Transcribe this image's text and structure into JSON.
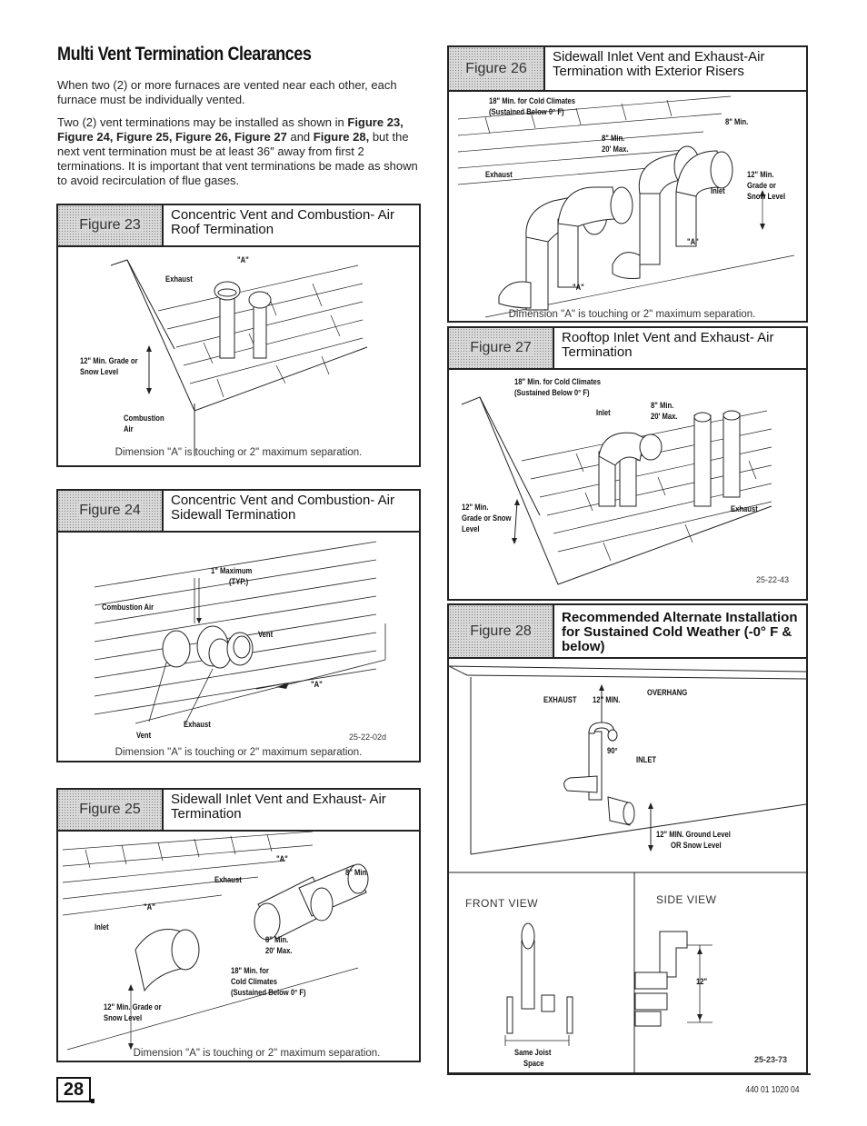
{
  "heading": "Multi Vent Termination Clearances",
  "paragraph1": "When two (2) or more furnaces are vented near each other, each furnace must be individually vented.",
  "paragraph2": {
    "t1": "Two (2) vent terminations may be installed as shown in ",
    "f23": "Figure 23,",
    "f24": "Figure 24, Figure 25, Figure 26, Figure 27",
    "t2": " and ",
    "f28": "Figure 28,",
    "t3": " but the next vent termination must be at least 36″ away from first 2 terminations. It is important that vent terminations be made as shown to avoid recirculation of flue gases."
  },
  "figures": {
    "f23": {
      "label": "Figure 23",
      "title": "Concentric Vent and Combustion- Air Roof Termination",
      "labels": {
        "a": "\"A\"",
        "exhaust": "Exhaust",
        "grade": "12\" Min. Grade or",
        "snow": "Snow Level",
        "comb1": "Combustion",
        "comb2": "Air"
      },
      "caption": "Dimension \"A\" is touching or 2\" maximum separation."
    },
    "f24": {
      "label": "Figure 24",
      "title": "Concentric Vent and Combustion- Air Sidewall Termination",
      "labels": {
        "max": "1\" Maximum",
        "typ": "(TYP.)",
        "comb": "Combustion Air",
        "vent1": "Vent",
        "a": "\"A\"",
        "exhaust": "Exhaust",
        "vent2": "Vent"
      },
      "code": "25-22-02d",
      "caption": "Dimension \"A\" is touching or 2\" maximum separation."
    },
    "f25": {
      "label": "Figure 25",
      "title": "Sidewall Inlet Vent and Exhaust- Air Termination",
      "labels": {
        "a1": "\"A\"",
        "min8": "8\" Min.",
        "exhaust": "Exhaust",
        "a2": "\"A\"",
        "inlet": "Inlet",
        "min8b": "8\" Min.",
        "max20": "20' Max.",
        "cold1": "18\" Min. for",
        "cold2": "Cold Climates",
        "cold3": "(Sustained Below 0° F)",
        "grade": "12\" Min. Grade or",
        "snow": "Snow Level"
      },
      "caption": "Dimension \"A\" is touching or 2\" maximum separation."
    },
    "f26": {
      "label": "Figure 26",
      "title": "Sidewall Inlet Vent and Exhaust-Air Termination with Exterior Risers",
      "labels": {
        "cold1": "18\" Min. for Cold Climates",
        "cold2": "(Sustained Below 0° F)",
        "min8": "8\" Min.",
        "min8b": "8\" Min.",
        "max20": "20' Max.",
        "exhaust": "Exhaust",
        "min12": "12\" Min.",
        "grade": "Grade or",
        "snow": "Snow Level",
        "inlet": "Inlet",
        "a1": "\"A\"",
        "a2": "\"A\""
      },
      "caption": "Dimension \"A\" is touching or 2\" maximum separation."
    },
    "f27": {
      "label": "Figure 27",
      "title": "Rooftop Inlet Vent and Exhaust- Air Termination",
      "labels": {
        "cold1": "18\" Min. for Cold Climates",
        "cold2": "(Sustained Below 0° F)",
        "min8": "8\" Min.",
        "max20": "20' Max.",
        "inlet": "Inlet",
        "min12": "12\" Min.",
        "grade": "Grade or Snow",
        "level": "Level",
        "exhaust": "Exhaust"
      },
      "code": "25-22-43"
    },
    "f28": {
      "label": "Figure 28",
      "title": "Recommended Alternate Installation for Sustained Cold Weather (-0° F & below)",
      "labels": {
        "overhang": "OVERHANG",
        "exhaust": "EXHAUST",
        "min12": "12\" MIN.",
        "deg90": "90°",
        "inlet": "INLET",
        "ground": "12\" MIN. Ground Level",
        "snow": "OR Snow Level",
        "front": "FRONT VIEW",
        "side": "SIDE VIEW",
        "inch12": "12\"",
        "joist": "Same Joist",
        "space": "Space"
      },
      "code": "25-23-73"
    }
  },
  "page_number": "28",
  "doc_code": "440 01 1020 04"
}
